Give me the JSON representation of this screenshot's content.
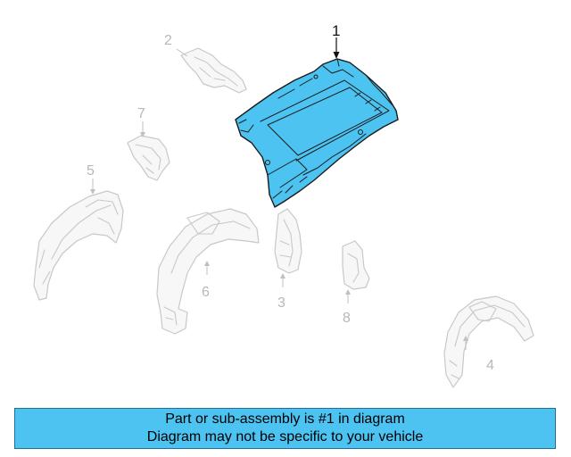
{
  "colors": {
    "highlight": "#4cc3f1",
    "banner_background": "#4cc3f1",
    "ghost_stroke": "#c8c8c8",
    "outline": "#1b1b1b"
  },
  "callouts": {
    "part_1": "1",
    "part_2": "2",
    "part_3": "3",
    "part_4": "4",
    "part_5": "5",
    "part_6": "6",
    "part_7": "7",
    "part_8": "8"
  },
  "banner": {
    "line1": "Part or sub-assembly is #1 in diagram",
    "line2": "Diagram may not be specific to your vehicle"
  }
}
